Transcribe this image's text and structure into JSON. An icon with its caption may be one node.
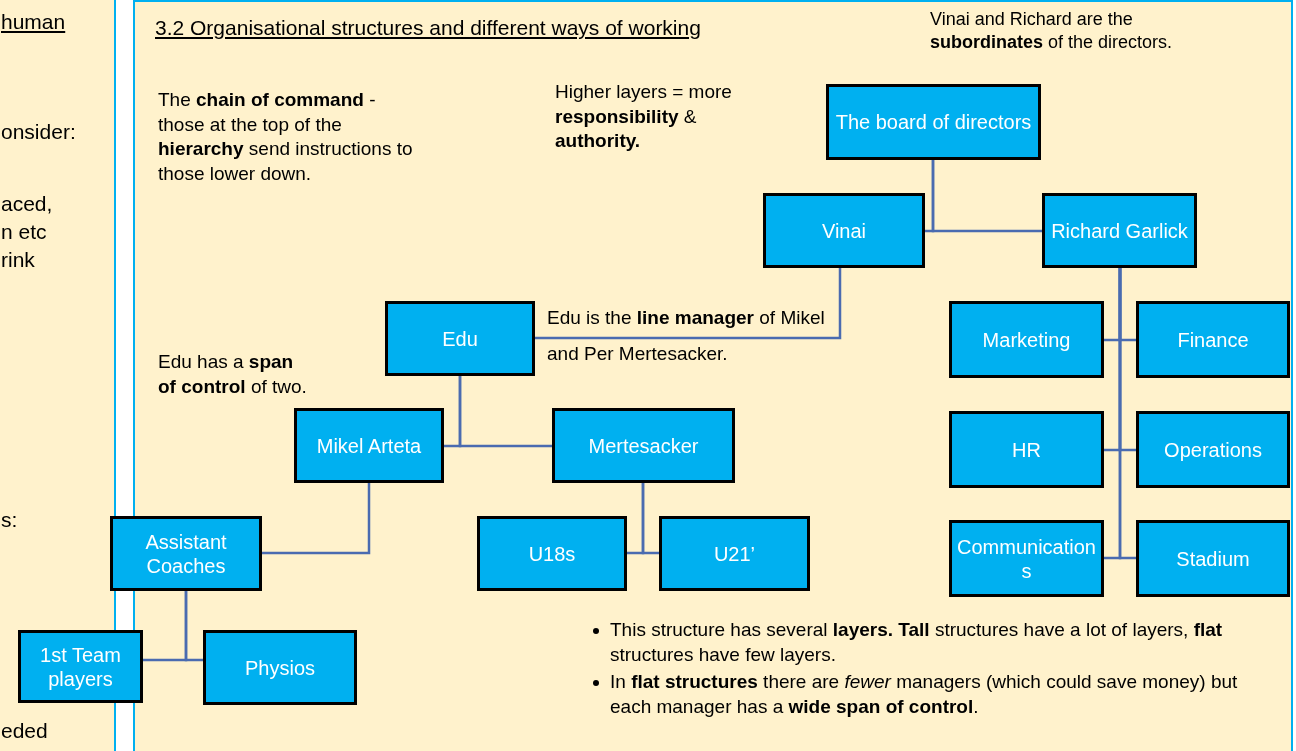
{
  "diagram": {
    "nodes": [
      {
        "text": [
          "human",
          "onsider:",
          "aced,",
          "n etc",
          "rink",
          "s:",
          "eded"
        ]
      },
      {
        "text": [
          "3.2 Organisational structures and different ways of working",
          "The **chain of command** - those at the top of the **hierarchy** send instructions to those lower down.",
          "Higher layers = more **responsibility** & **authority.**",
          "Vinai and Richard are the **subordinates** of the directors.",
          "Edu is the **line manager** of Mikel and Per Mertesacker.",
          "Edu has a **span of control** of two.",
          "This structure has several **layers. Tall** structures have a lot of layers, **flat** structures have few layers.",
          "In **flat structures** there are *fewer* managers (which could save money) but each manager has a **wide span of control**."
        ]
      },
      {
        "text": [
          "The board of directors"
        ],
        "in": 1
      },
      {
        "text": [
          "Vinai"
        ],
        "in": 1
      },
      {
        "text": [
          "Richard Garlick"
        ],
        "in": 1
      },
      {
        "text": [
          "Edu"
        ],
        "in": 1
      },
      {
        "text": [
          "Marketing"
        ],
        "in": 1
      },
      {
        "text": [
          "Finance"
        ],
        "in": 1
      },
      {
        "text": [
          "Mikel Arteta"
        ],
        "in": 1
      },
      {
        "text": [
          "Mertesacker"
        ],
        "in": 1
      },
      {
        "text": [
          "HR"
        ],
        "in": 1
      },
      {
        "text": [
          "Operations"
        ],
        "in": 1
      },
      {
        "text": [
          "Assistant Coaches"
        ]
      },
      {
        "text": [
          "U18s"
        ],
        "in": 1
      },
      {
        "text": [
          "U21’"
        ],
        "in": 1
      },
      {
        "text": [
          "Communications"
        ],
        "in": 1
      },
      {
        "text": [
          "Stadium"
        ],
        "in": 1
      },
      {
        "text": [
          "1st Team players"
        ]
      },
      {
        "text": [
          "Physios"
        ],
        "in": 1
      }
    ],
    "edges": [
      {
        "from": 2,
        "to": 3,
        "arrow": "none"
      },
      {
        "from": 2,
        "to": 4,
        "arrow": "none"
      },
      {
        "from": 3,
        "to": 5,
        "arrow": "none"
      },
      {
        "from": 5,
        "to": 8,
        "arrow": "none"
      },
      {
        "from": 5,
        "to": 9,
        "arrow": "none"
      },
      {
        "from": 8,
        "to": 12,
        "arrow": "none"
      },
      {
        "from": 12,
        "to": 17,
        "arrow": "none"
      },
      {
        "from": 12,
        "to": 18,
        "arrow": "none"
      },
      {
        "from": 9,
        "to": 13,
        "arrow": "none"
      },
      {
        "from": 9,
        "to": 14,
        "arrow": "none"
      },
      {
        "from": 4,
        "to": 6,
        "arrow": "none"
      },
      {
        "from": 4,
        "to": 7,
        "arrow": "none"
      },
      {
        "from": 4,
        "to": 10,
        "arrow": "none"
      },
      {
        "from": 4,
        "to": 11,
        "arrow": "none"
      },
      {
        "from": 4,
        "to": 15,
        "arrow": "none"
      },
      {
        "from": 4,
        "to": 16,
        "arrow": "none"
      }
    ]
  }
}
